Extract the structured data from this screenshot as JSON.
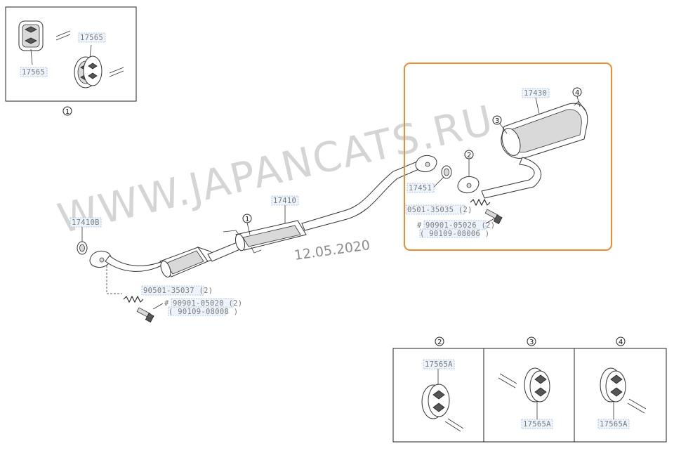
{
  "watermark": "WWW.JAPANCATS.RU",
  "date": "12.05.2020",
  "callouts": {
    "c1": "1",
    "c2": "2",
    "c3": "3",
    "c4": "4"
  },
  "parts": {
    "p17565_a": "17565",
    "p17565_b": "17565",
    "p17410": "17410",
    "p17410b": "17410B",
    "p17430": "17430",
    "p17451": "17451",
    "p17565a_2": "17565A",
    "p17565a_3": "17565A",
    "p17565a_4": "17565A",
    "spring_rear": "0501-35035 (2)",
    "bolt_rear_mark": "#",
    "bolt_rear": "90901-05026 (2)",
    "bolt_rear_alt": "( 90109-08006 )",
    "spring_front": "90501-35037 (2)",
    "bolt_front_mark": "#",
    "bolt_front": "90901-05020 (2)",
    "bolt_front_alt": "( 90109-08008 )"
  },
  "colors": {
    "highlight": "#ee8a2f",
    "label_fill": "#eef4fb",
    "label_stroke": "#9ab6d8"
  }
}
